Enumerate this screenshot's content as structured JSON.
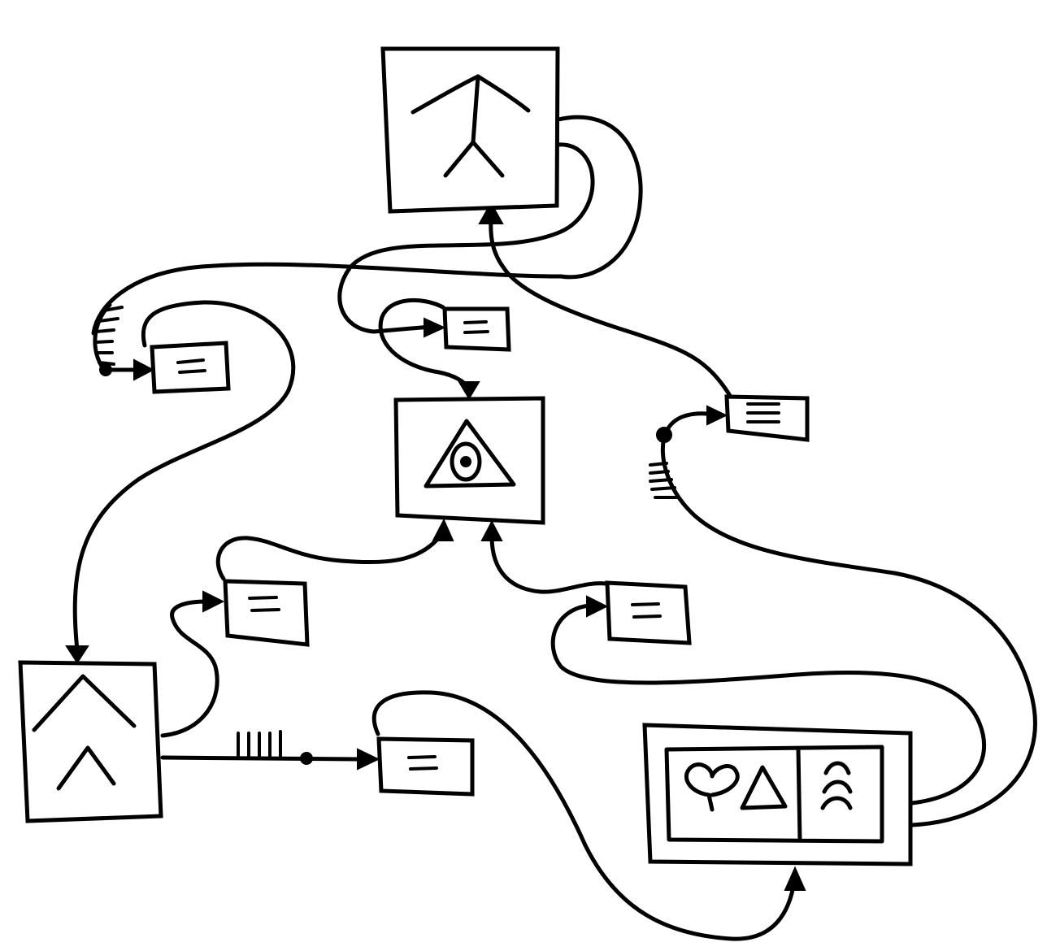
{
  "diagram": {
    "style": "hand-drawn black ink on white",
    "nodes": [
      {
        "id": "top-node",
        "glyph": "branching-figure-icon"
      },
      {
        "id": "center-node",
        "glyph": "eye-triangle-icon"
      },
      {
        "id": "bottom-left-node",
        "glyph": "double-chevron-icon"
      },
      {
        "id": "bottom-right-panel",
        "glyphs": [
          "heart-icon",
          "triangle-icon",
          "arcs-icon"
        ]
      }
    ],
    "labels": [
      {
        "id": "label-upper-left",
        "glyph": "two-dashes-icon"
      },
      {
        "id": "label-upper-middle",
        "glyph": "two-dashes-icon"
      },
      {
        "id": "label-right",
        "glyph": "three-bars-icon"
      },
      {
        "id": "label-middle-left",
        "glyph": "two-dashes-icon"
      },
      {
        "id": "label-middle-right",
        "glyph": "two-dashes-icon"
      },
      {
        "id": "label-bottom",
        "glyph": "two-dashes-icon"
      }
    ],
    "colors": {
      "ink": "#000000",
      "background": "#ffffff"
    }
  }
}
